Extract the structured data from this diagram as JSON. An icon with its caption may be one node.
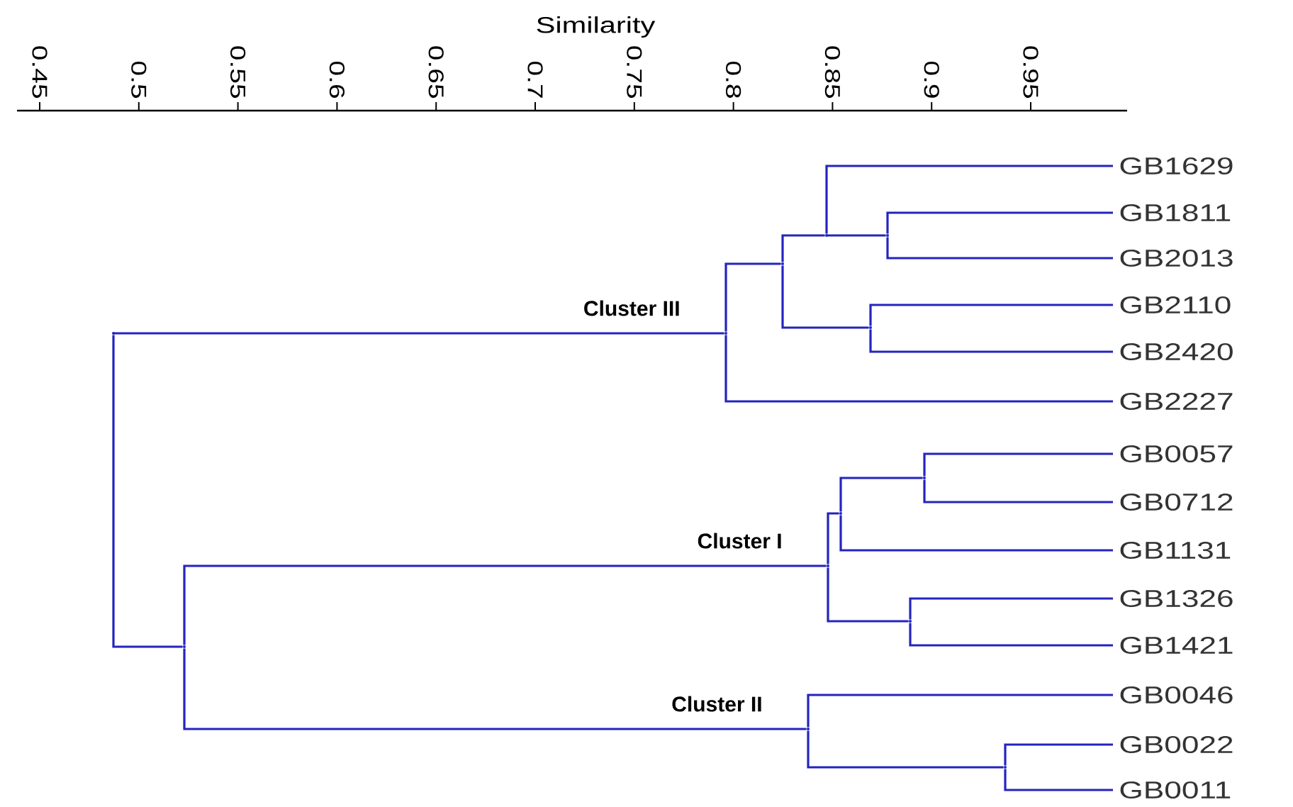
{
  "diagram": {
    "nodes": [
      {
        "text": [
          "GB1629"
        ]
      },
      {
        "text": [
          "GB1811"
        ]
      },
      {
        "text": [
          "GB2013"
        ]
      },
      {
        "text": [
          "GB2110"
        ]
      },
      {
        "text": [
          "GB2420"
        ]
      },
      {
        "text": [
          "GB2227"
        ]
      },
      {
        "text": [
          "GB0057"
        ]
      },
      {
        "text": [
          "GB0712"
        ]
      },
      {
        "text": [
          "GB1131"
        ]
      },
      {
        "text": [
          "GB1326"
        ]
      },
      {
        "text": [
          "GB1421"
        ]
      },
      {
        "text": [
          "GB0046"
        ]
      },
      {
        "text": [
          "GB0022"
        ]
      },
      {
        "text": [
          "GB0011"
        ]
      },
      {
        "text": [],
        "shape": "point"
      },
      {
        "text": [],
        "shape": "point"
      },
      {
        "text": [],
        "shape": "point"
      },
      {
        "text": [],
        "shape": "point"
      },
      {
        "text": [],
        "shape": "point"
      },
      {
        "text": [],
        "shape": "point"
      },
      {
        "text": [],
        "shape": "point"
      },
      {
        "text": [],
        "shape": "point"
      },
      {
        "text": [],
        "shape": "point"
      },
      {
        "text": [],
        "shape": "point"
      },
      {
        "text": [],
        "shape": "point"
      },
      {
        "text": [],
        "shape": "point"
      },
      {
        "text": [],
        "shape": "point"
      }
    ],
    "edges": [
      {
        "from": 14,
        "to": 16,
        "arrow": "none",
        "label": "Cluster III"
      },
      {
        "from": 14,
        "to": 15,
        "arrow": "none"
      },
      {
        "from": 16,
        "to": 17,
        "arrow": "none"
      },
      {
        "from": 16,
        "to": 5,
        "arrow": "none"
      },
      {
        "from": 17,
        "to": 18,
        "arrow": "none"
      },
      {
        "from": 17,
        "to": 20,
        "arrow": "none"
      },
      {
        "from": 18,
        "to": 0,
        "arrow": "none"
      },
      {
        "from": 18,
        "to": 19,
        "arrow": "none"
      },
      {
        "from": 19,
        "to": 1,
        "arrow": "none"
      },
      {
        "from": 19,
        "to": 2,
        "arrow": "none"
      },
      {
        "from": 20,
        "to": 3,
        "arrow": "none"
      },
      {
        "from": 20,
        "to": 4,
        "arrow": "none"
      },
      {
        "from": 15,
        "to": 21,
        "arrow": "none",
        "label": "Cluster I"
      },
      {
        "from": 15,
        "to": 25,
        "arrow": "none",
        "label": "Cluster II"
      },
      {
        "from": 21,
        "to": 22,
        "arrow": "none"
      },
      {
        "from": 21,
        "to": 24,
        "arrow": "none"
      },
      {
        "from": 22,
        "to": 23,
        "arrow": "none"
      },
      {
        "from": 22,
        "to": 8,
        "arrow": "none"
      },
      {
        "from": 23,
        "to": 6,
        "arrow": "none"
      },
      {
        "from": 23,
        "to": 7,
        "arrow": "none"
      },
      {
        "from": 24,
        "to": 9,
        "arrow": "none"
      },
      {
        "from": 24,
        "to": 10,
        "arrow": "none"
      },
      {
        "from": 25,
        "to": 11,
        "arrow": "none"
      },
      {
        "from": 25,
        "to": 26,
        "arrow": "none"
      },
      {
        "from": 26,
        "to": 12,
        "arrow": "none"
      },
      {
        "from": 26,
        "to": 13,
        "arrow": "none"
      }
    ],
    "labels": [
      "Similarity",
      "0.45",
      "0.5",
      "0.55",
      "0.6",
      "0.65",
      "0.7",
      "0.75",
      "0.8",
      "0.85",
      "0.9",
      "0.95"
    ]
  }
}
